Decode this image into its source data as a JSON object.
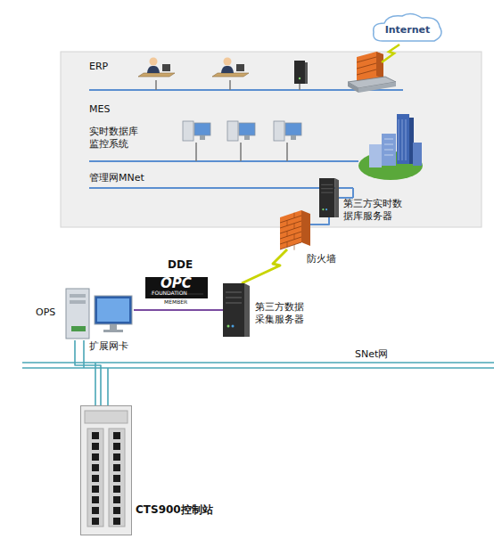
{
  "diagram": {
    "nodes": [
      {
        "text": [
          "ERP",
          "MES",
          "实时数据库 监控系统",
          "管理网MNet"
        ]
      },
      {
        "text": [
          "Internet"
        ]
      },
      {
        "text": [
          "第三方实时数 据库服务器"
        ],
        "in": 0
      },
      {
        "text": [
          "防火墙"
        ]
      },
      {
        "text": [
          "第三方数据 采集服务器"
        ]
      },
      {
        "text": [
          "OPS",
          "扩展网卡"
        ]
      },
      {
        "text": [
          "CTS900控制站"
        ]
      }
    ],
    "edges": [
      {
        "from": 2,
        "to": 3,
        "arrow": "none"
      },
      {
        "from": 3,
        "to": 4,
        "arrow": "none"
      },
      {
        "from": 4,
        "to": 5,
        "arrow": "none"
      },
      {
        "from": 5,
        "to": 6,
        "arrow": "none"
      }
    ],
    "labels": [
      "DDE",
      "OPC",
      "FOUNDATION",
      "MEMBER",
      "SNet网"
    ]
  }
}
